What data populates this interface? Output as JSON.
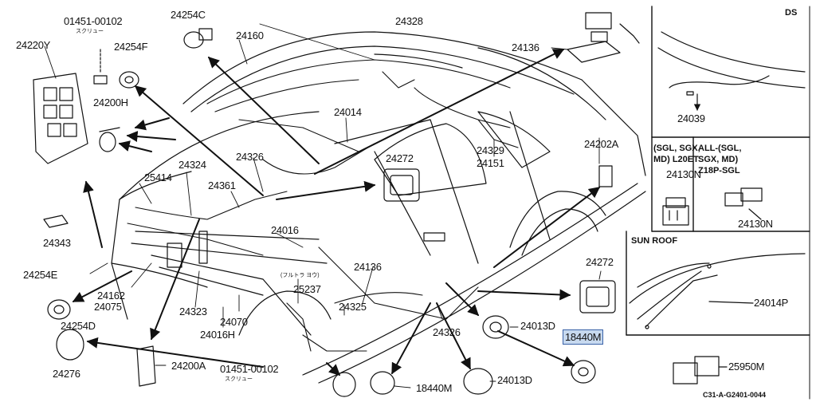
{
  "labels": {
    "p01451_top": "01451-00102",
    "p01451_top_sub": "スクリュー",
    "p24220Y": "24220Y",
    "p24254C": "24254C",
    "p24160": "24160",
    "p24328": "24328",
    "p24136_top": "24136",
    "p24254F": "24254F",
    "p24200H": "24200H",
    "p24014": "24014",
    "p24326_mid": "24326",
    "p24272_mid": "24272",
    "p24329": "24329",
    "p24151": "24151",
    "p24202A": "24202A",
    "p25414": "25414",
    "p24324": "24324",
    "p24361": "24361",
    "p24343": "24343",
    "p24016": "24016",
    "p24254E": "24254E",
    "p24162": "24162",
    "p24075": "24075",
    "p24136_low": "24136",
    "p25237": "25237",
    "p25237_sub": "(フルトラ ヨウ)",
    "p24323": "24323",
    "p24070": "24070",
    "p24016H": "24016H",
    "p24325": "24325",
    "p24326_low": "24326",
    "p24254D": "24254D",
    "p24013D_a": "24013D",
    "p24272_right": "24272",
    "p18440M_box": "18440M",
    "p24276": "24276",
    "p24200A": "24200A",
    "p01451_bot": "01451-00102",
    "p01451_bot_sub": "スクリュー",
    "p18440M_bot": "18440M",
    "p24013D_b": "24013D"
  },
  "panels": {
    "ds": {
      "title": "DS",
      "part": "24039"
    },
    "var_left": {
      "line1": "(SGL, SGX,",
      "line2": "MD)  L20ET",
      "part": "24130N"
    },
    "var_right": {
      "line1": "ALL-(SGL,",
      "line2": "SGX, MD)",
      "line3": "Z18P-SGL",
      "part": "24130N"
    },
    "sunroof": {
      "title": "SUN ROOF",
      "part1": "24014P",
      "part2": "25950M"
    }
  },
  "code": "C31-A-G2401-0044",
  "colors": {
    "ink": "#111111",
    "highlight_fill": "#c7d9ef",
    "highlight_border": "#3a62a8"
  }
}
